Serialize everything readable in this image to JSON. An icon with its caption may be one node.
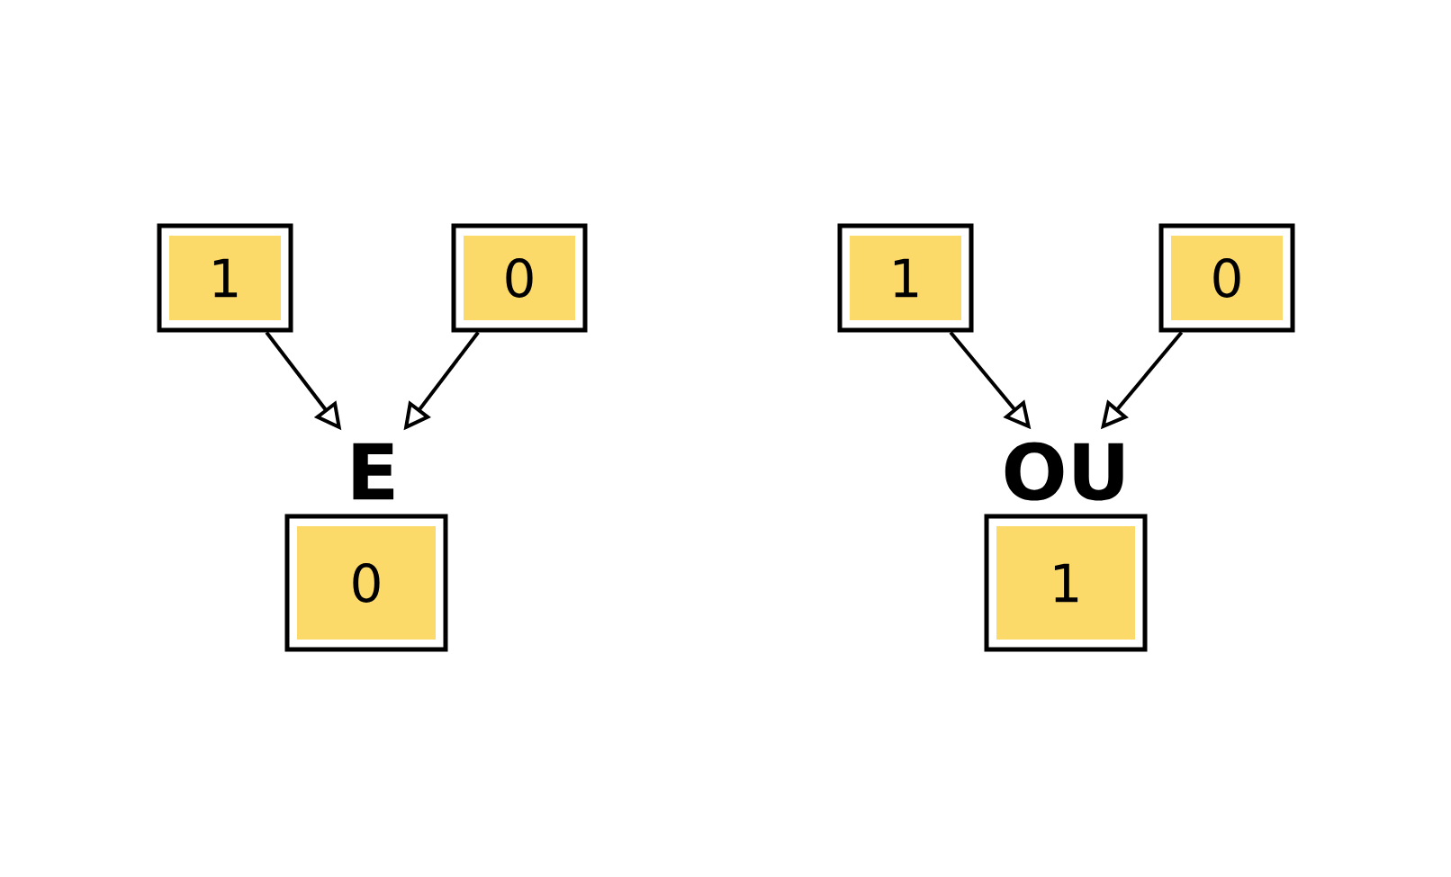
{
  "diagram": {
    "nodes": [
      {
        "text": [
          "1"
        ]
      },
      {
        "text": [
          "0"
        ]
      },
      {
        "text": [
          "E"
        ]
      },
      {
        "text": [
          "0"
        ]
      },
      {
        "text": [
          "1"
        ]
      },
      {
        "text": [
          "0"
        ]
      },
      {
        "text": [
          "OU"
        ]
      },
      {
        "text": [
          "1"
        ]
      }
    ],
    "edges": [
      {
        "from": 0,
        "to": 2,
        "arrow": "to"
      },
      {
        "from": 1,
        "to": 2,
        "arrow": "to"
      },
      {
        "from": 4,
        "to": 6,
        "arrow": "to"
      },
      {
        "from": 5,
        "to": 6,
        "arrow": "to"
      }
    ]
  }
}
